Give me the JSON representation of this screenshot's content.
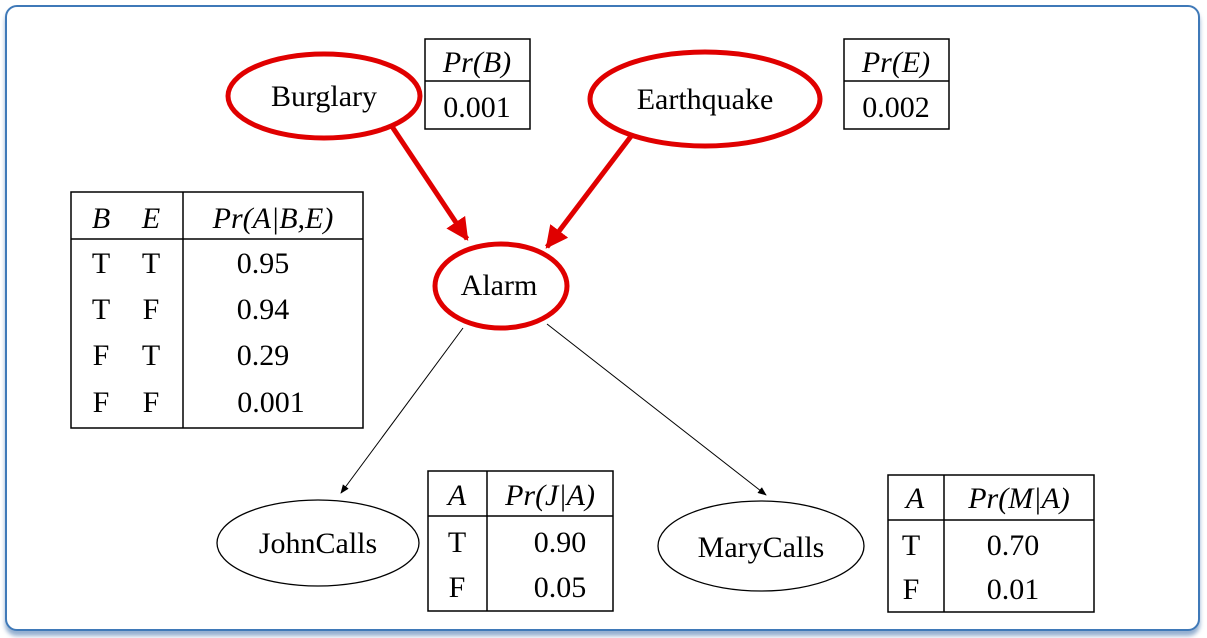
{
  "nodes": {
    "burglary": {
      "label": "Burglary"
    },
    "earthquake": {
      "label": "Earthquake"
    },
    "alarm": {
      "label": "Alarm"
    },
    "johncalls": {
      "label": "JohnCalls"
    },
    "marycalls": {
      "label": "MaryCalls"
    }
  },
  "highlight_color": "#e00000",
  "edge_color": "#000000",
  "cpt_b": {
    "header": "Pr(B)",
    "value": "0.001"
  },
  "cpt_e": {
    "header": "Pr(E)",
    "value": "0.002"
  },
  "cpt_a": {
    "headers": [
      "B",
      "E",
      "Pr(A|B,E)"
    ],
    "rows": [
      [
        "T",
        "T",
        "0.95"
      ],
      [
        "T",
        "F",
        "0.94"
      ],
      [
        "F",
        "T",
        "0.29"
      ],
      [
        "F",
        "F",
        "0.001"
      ]
    ]
  },
  "cpt_j": {
    "headers": [
      "A",
      "Pr(J|A)"
    ],
    "rows": [
      [
        "T",
        "0.90"
      ],
      [
        "F",
        "0.05"
      ]
    ]
  },
  "cpt_m": {
    "headers": [
      "A",
      "Pr(M|A)"
    ],
    "rows": [
      [
        "T",
        "0.70"
      ],
      [
        "F",
        "0.01"
      ]
    ]
  }
}
